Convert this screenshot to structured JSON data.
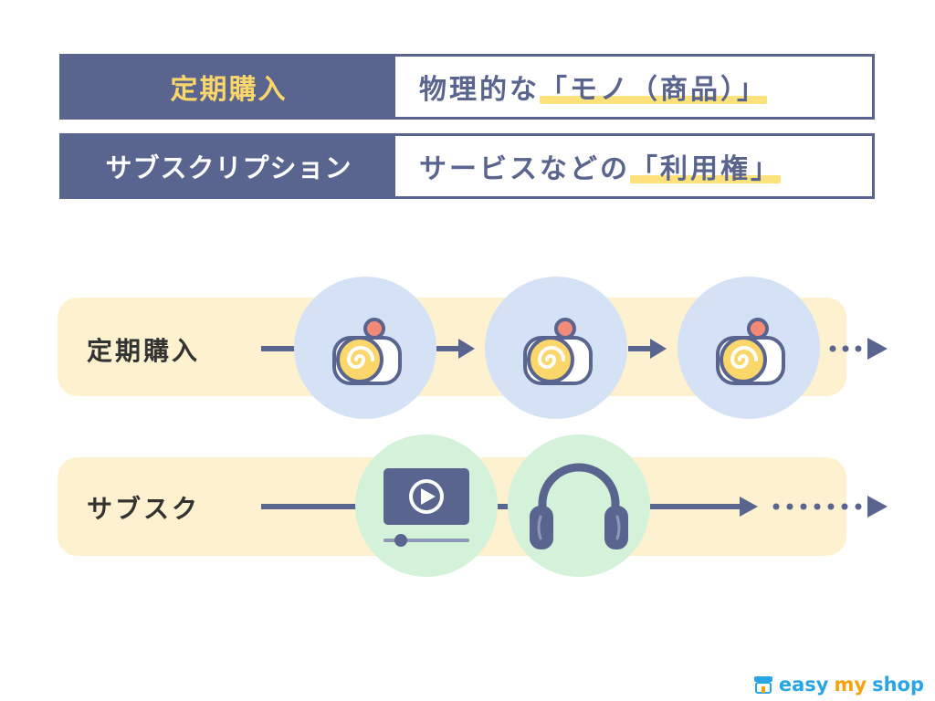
{
  "table": {
    "rows": [
      {
        "head": "定期購入",
        "body_prefix": "物理的な",
        "body_highlight": "「モノ（商品）」"
      },
      {
        "head": "サブスクリプション",
        "body_prefix": "サービスなどの",
        "body_highlight": "「利用権」"
      }
    ]
  },
  "flows": {
    "teiki": {
      "label": "定期購入"
    },
    "subsc": {
      "label": "サブスク"
    }
  },
  "brand": {
    "word1": "easy",
    "word2": "my",
    "word3": "shop"
  },
  "colors": {
    "navy": "#59648f",
    "head_yellow": "#fbd66a",
    "band_cream": "#fdf1cf",
    "circle_blue": "#d5e2f6",
    "circle_green": "#d3f2d9",
    "highlight": "#fde27c",
    "brand_blue": "#2aa5e4",
    "brand_orange": "#f5a20c"
  },
  "icons": [
    "roll-cake-icon",
    "video-player-icon",
    "headphones-icon",
    "arrow-right-icon"
  ]
}
